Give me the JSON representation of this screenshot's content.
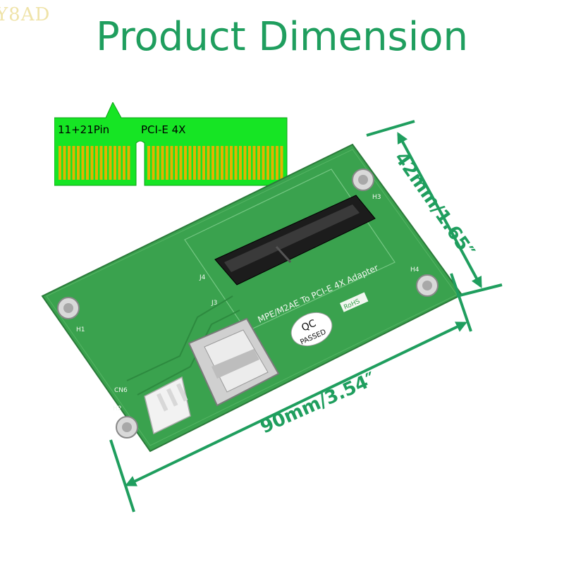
{
  "watermark": "Y8AD",
  "title": "Product Dimension",
  "connector": {
    "left_label": "11+21Pin",
    "right_label": "PCI-E 4X"
  },
  "dimensions": {
    "width": "90mm/3.54″",
    "height": "42mm/1.65″"
  },
  "board": {
    "name": "MPE/M2AE To PCI-E 4X Adapter",
    "qc_top": "QC",
    "qc_bottom": "PASSED",
    "rohs": "RoHS",
    "labels": [
      "H1",
      "H2",
      "H3",
      "H4",
      "J3",
      "J4",
      "CN6"
    ]
  },
  "colors": {
    "accent": "#1f9e5e",
    "pcb": "#3aa24e",
    "connector_green": "#16e524",
    "gold": "#e3b300"
  }
}
